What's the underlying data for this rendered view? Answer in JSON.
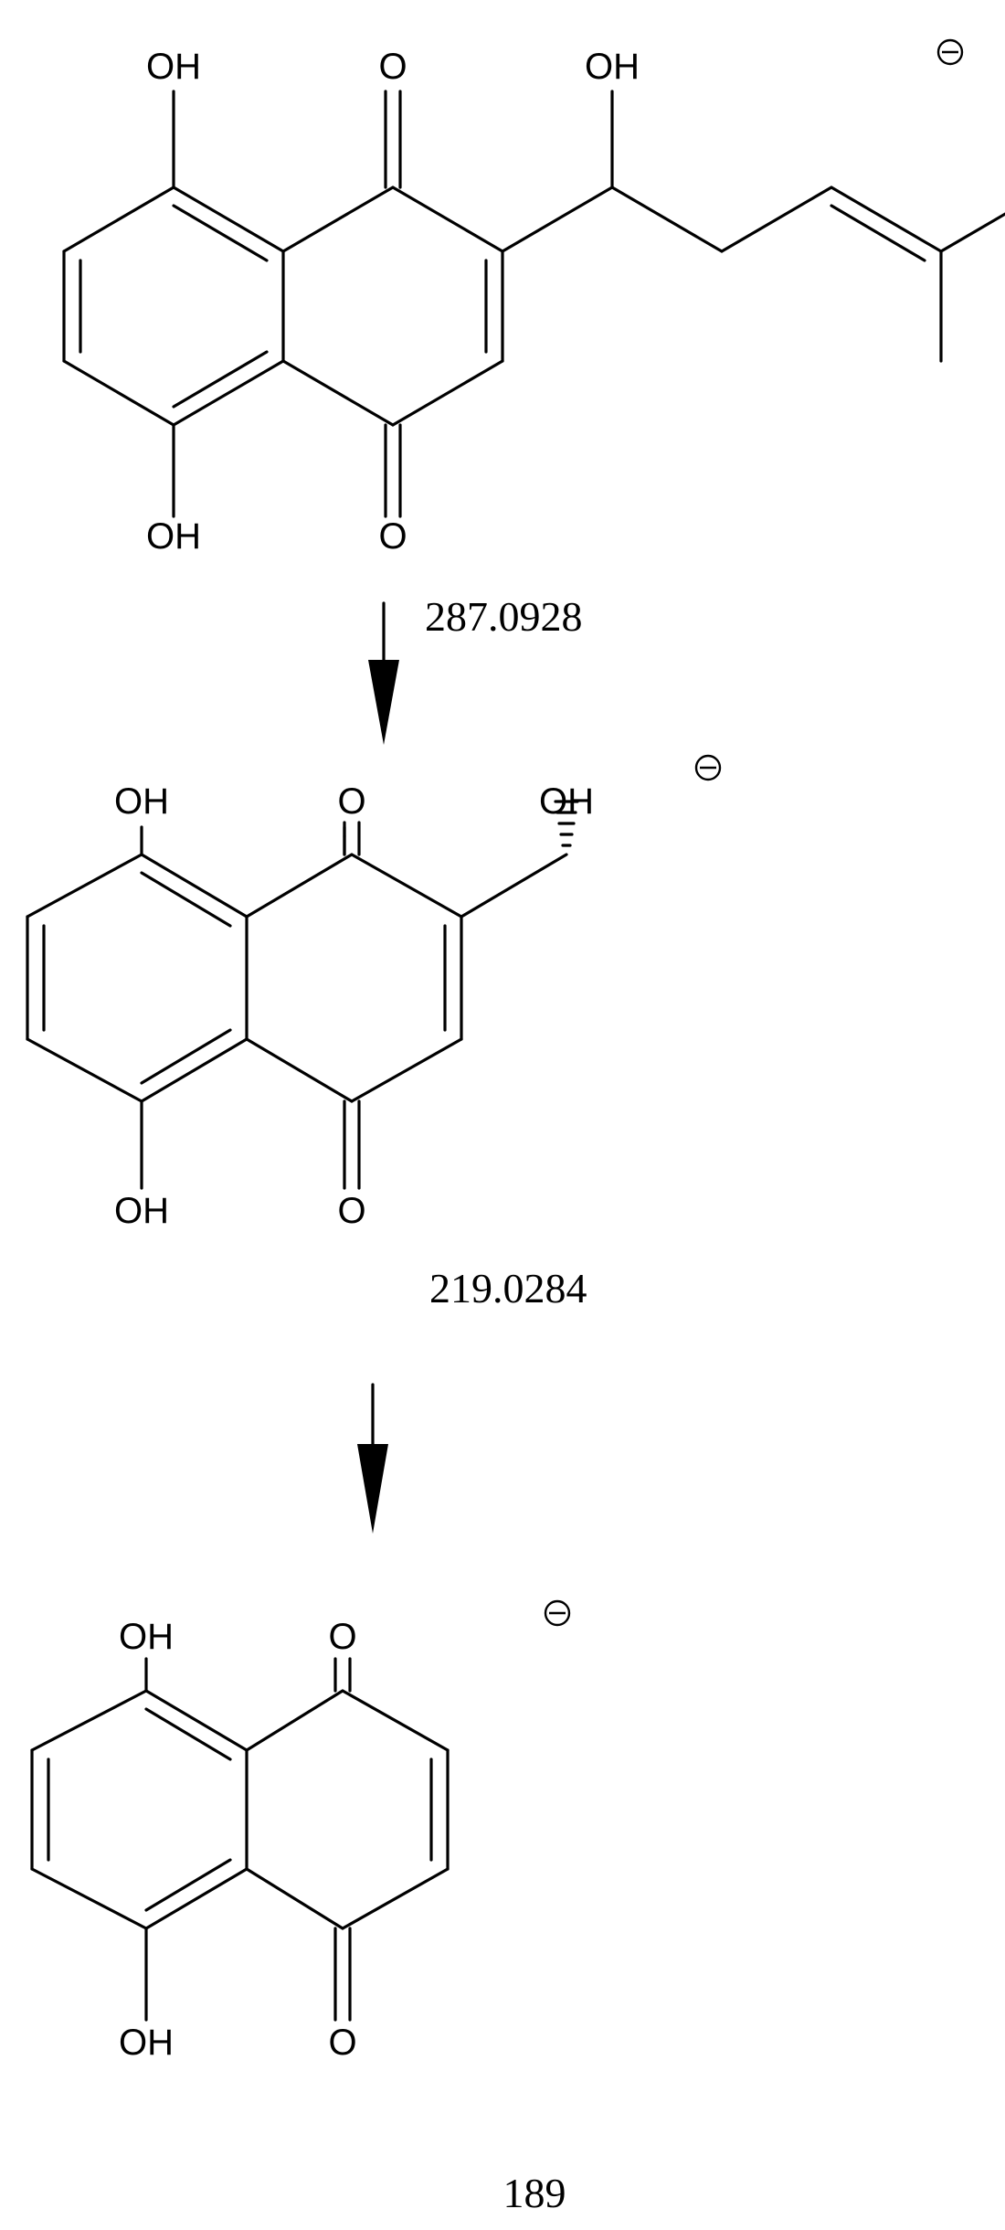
{
  "structures": [
    {
      "id": "precursor",
      "charge": "−",
      "atoms": {
        "oh_top": "OH",
        "o_top": "O",
        "oh_side": "OH",
        "oh_bottom": "OH",
        "o_bottom": "O"
      }
    },
    {
      "id": "fragment-1",
      "charge": "−",
      "atoms": {
        "oh_top": "OH",
        "o_top": "O",
        "oh_side": "OH",
        "oh_bottom": "OH",
        "o_bottom": "O"
      },
      "mass_label": "219.0284"
    },
    {
      "id": "fragment-2",
      "charge": "−",
      "atoms": {
        "oh_top": "OH",
        "o_top": "O",
        "oh_bottom": "OH",
        "o_bottom": "O"
      },
      "mass_label": "189"
    }
  ],
  "arrows": [
    {
      "id": "arrow-1",
      "label": "287.0928"
    },
    {
      "id": "arrow-2",
      "label": ""
    }
  ]
}
